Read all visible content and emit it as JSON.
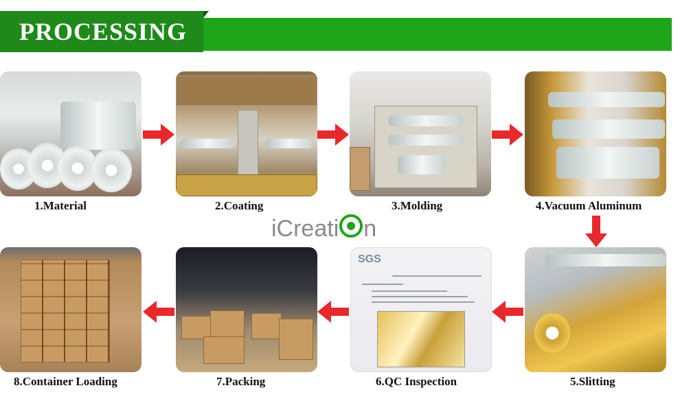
{
  "banner": {
    "title": "PROCESSING"
  },
  "logo": {
    "prefix": "iCreati",
    "suffix": "n"
  },
  "steps": [
    {
      "label": "1.Material"
    },
    {
      "label": "2.Coating"
    },
    {
      "label": "3.Molding"
    },
    {
      "label": "4.Vacuum Aluminum"
    },
    {
      "label": "5.Slitting"
    },
    {
      "label": "6.QC Inspection"
    },
    {
      "label": "7.Packing"
    },
    {
      "label": "8.Container Loading"
    }
  ],
  "qc_document": {
    "brand": "SGS"
  },
  "colors": {
    "banner_dark": "#1f8a1a",
    "banner_light": "#1ea51a",
    "arrow": "#e8282b",
    "logo_gray": "#8a8a8a",
    "logo_green": "#1ea51a"
  }
}
